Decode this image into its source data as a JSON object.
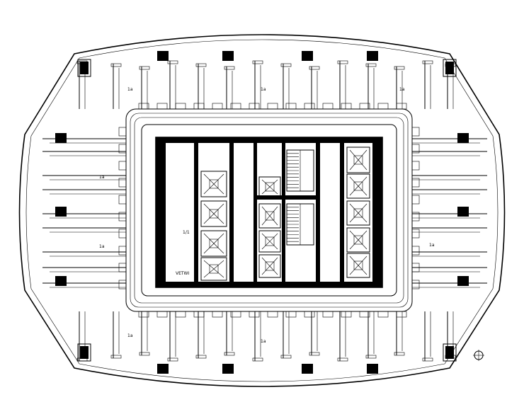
{
  "drawing": {
    "kind": "HVAC duct layout - tower floor plan",
    "zone_labels": [
      "1a",
      "1a",
      "1a",
      "1a",
      "1a",
      "1a",
      "1a",
      "1a"
    ],
    "core_labels": [
      "1/1",
      "VETWI"
    ],
    "icons": {
      "north_marker": "crosshair-circle-icon"
    },
    "colors": {
      "line": "#000000",
      "paper": "#ffffff"
    }
  }
}
